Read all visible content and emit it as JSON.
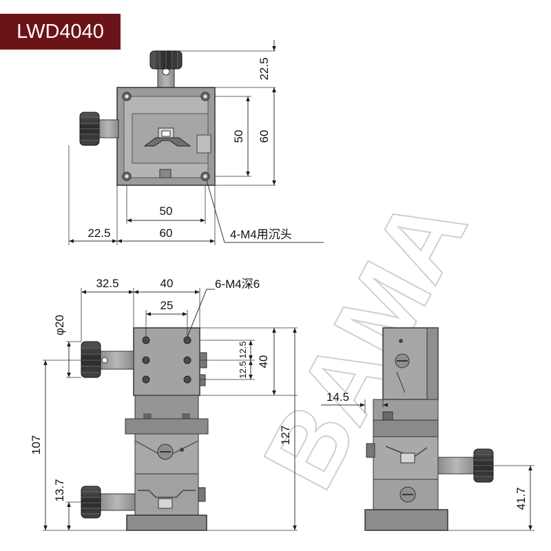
{
  "model": "LWD4040",
  "watermark": "BAMA",
  "top_view": {
    "dims": {
      "knob_offset_v": "22.5",
      "inner_v": "50",
      "outer_v": "60",
      "inner_h": "50",
      "outer_h": "60",
      "knob_offset_h": "22.5"
    },
    "hole_note": "4-M4用沉头"
  },
  "front_view": {
    "dims": {
      "knob_offset": "32.5",
      "top_width": "40",
      "hole_spacing": "25",
      "knob_dia": "φ20",
      "pitch_a": "12.5",
      "pitch_b": "12.5",
      "plate_height": "40",
      "mid_height": "107",
      "base_height": "13.7",
      "total_height": "127"
    },
    "hole_note": "6-M4深6"
  },
  "side_view": {
    "dims": {
      "offset": "14.5",
      "knob_height": "41.7"
    }
  },
  "colors": {
    "badge_bg": "#6b1418",
    "metal": "#a3a3a3",
    "metal_dark": "#6f6f6f",
    "knob": "#2b2b2b",
    "line": "#1a1a1a"
  }
}
